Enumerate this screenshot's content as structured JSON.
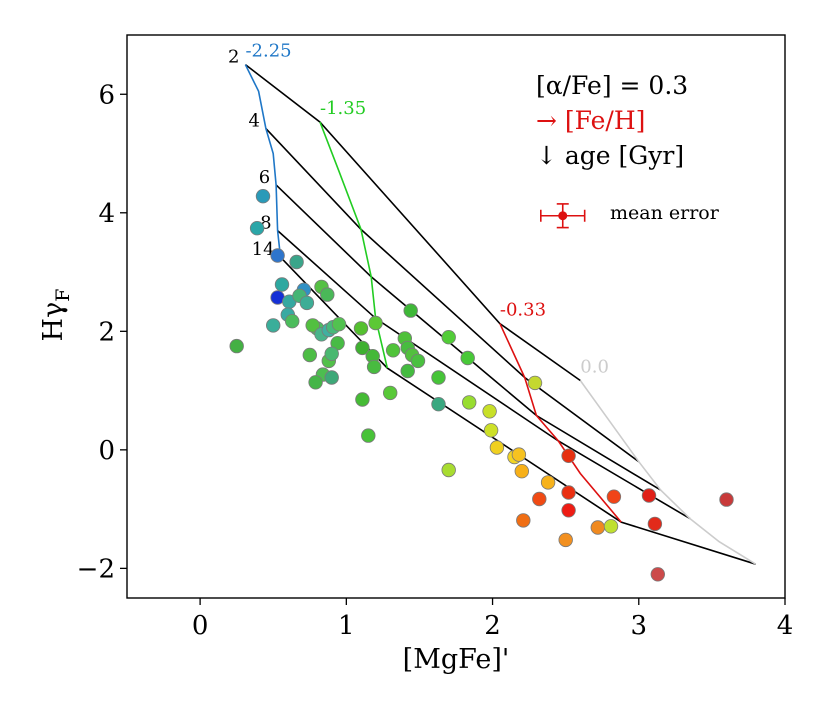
{
  "chart_data": {
    "type": "scatter",
    "xlabel": "[MgFe]'",
    "ylabel_main": "Hγ",
    "ylabel_sub": "F",
    "xlim": [
      -0.5,
      4.0
    ],
    "ylim": [
      -2.5,
      7.0
    ],
    "xticks": [
      0,
      1,
      2,
      3,
      4
    ],
    "yticks": [
      -2,
      0,
      2,
      4,
      6
    ],
    "xtick_labels": [
      "0",
      "1",
      "2",
      "3",
      "4"
    ],
    "ytick_labels": [
      "−2",
      "0",
      "2",
      "4",
      "6"
    ],
    "grid": false,
    "legend": {
      "placement": "top-right",
      "line1": "[α/Fe] = 0.3",
      "line2": "→ [Fe/H]",
      "line3": "↓ age [Gyr]",
      "errorbar_label": "mean error",
      "errorbar_color": "#dd1111",
      "line2_color": "#dd1111",
      "errorbar_center": [
        2.48,
        3.95
      ],
      "errorbar_dx": 0.15,
      "errorbar_dy": 0.2
    },
    "age_lines": [
      {
        "label": "2",
        "points": [
          [
            0.31,
            6.5
          ],
          [
            0.82,
            5.53
          ],
          [
            2.05,
            2.13
          ],
          [
            2.6,
            1.17
          ]
        ]
      },
      {
        "label": "4",
        "points": [
          [
            0.45,
            5.42
          ],
          [
            1.1,
            3.72
          ],
          [
            2.22,
            1.22
          ],
          [
            3.0,
            -0.2
          ]
        ]
      },
      {
        "label": "6",
        "points": [
          [
            0.52,
            4.47
          ],
          [
            1.17,
            2.92
          ],
          [
            2.3,
            0.58
          ],
          [
            3.15,
            -0.68
          ]
        ]
      },
      {
        "label": "8",
        "points": [
          [
            0.53,
            3.7
          ],
          [
            1.2,
            2.22
          ],
          [
            2.45,
            0.15
          ],
          [
            3.35,
            -1.16
          ]
        ]
      },
      {
        "label": "14",
        "points": [
          [
            0.55,
            3.25
          ],
          [
            1.28,
            1.38
          ],
          [
            2.88,
            -1.22
          ],
          [
            3.8,
            -1.93
          ]
        ]
      }
    ],
    "metallicity_lines": [
      {
        "label": "-2.25",
        "color": "#1f77c7",
        "points": [
          [
            0.31,
            6.5
          ],
          [
            0.4,
            6.05
          ],
          [
            0.45,
            5.42
          ],
          [
            0.5,
            5.0
          ],
          [
            0.52,
            4.47
          ],
          [
            0.53,
            3.7
          ],
          [
            0.55,
            3.25
          ]
        ]
      },
      {
        "label": "-1.35",
        "color": "#22cc22",
        "points": [
          [
            0.82,
            5.53
          ],
          [
            0.95,
            4.7
          ],
          [
            1.1,
            3.72
          ],
          [
            1.17,
            2.92
          ],
          [
            1.2,
            2.22
          ],
          [
            1.28,
            1.38
          ]
        ]
      },
      {
        "label": "-0.33",
        "color": "#dd1111",
        "points": [
          [
            2.05,
            2.13
          ],
          [
            2.22,
            1.22
          ],
          [
            2.3,
            0.58
          ],
          [
            2.45,
            0.15
          ],
          [
            2.6,
            -0.4
          ],
          [
            2.88,
            -1.22
          ]
        ]
      },
      {
        "label": "0.0",
        "color": "#cccccc",
        "points": [
          [
            2.6,
            1.17
          ],
          [
            3.0,
            -0.2
          ],
          [
            3.15,
            -0.68
          ],
          [
            3.35,
            -1.16
          ],
          [
            3.55,
            -1.55
          ],
          [
            3.8,
            -1.93
          ]
        ]
      }
    ],
    "points": [
      {
        "x": 0.43,
        "y": 4.28,
        "color": "#2a9ab8"
      },
      {
        "x": 0.39,
        "y": 3.74,
        "color": "#2ba6a8"
      },
      {
        "x": 0.53,
        "y": 3.28,
        "color": "#2e75cc"
      },
      {
        "x": 0.66,
        "y": 3.17,
        "color": "#3aa58a"
      },
      {
        "x": 0.56,
        "y": 2.79,
        "color": "#2da8a0"
      },
      {
        "x": 0.71,
        "y": 2.7,
        "color": "#3090c4"
      },
      {
        "x": 0.53,
        "y": 2.57,
        "color": "#1530d6"
      },
      {
        "x": 0.61,
        "y": 2.5,
        "color": "#35a8a0"
      },
      {
        "x": 0.68,
        "y": 2.6,
        "color": "#45b575"
      },
      {
        "x": 0.73,
        "y": 2.48,
        "color": "#3dad96"
      },
      {
        "x": 0.6,
        "y": 2.28,
        "color": "#38aaa2"
      },
      {
        "x": 0.5,
        "y": 2.1,
        "color": "#3aae9a"
      },
      {
        "x": 0.63,
        "y": 2.17,
        "color": "#4cbc5c"
      },
      {
        "x": 0.25,
        "y": 1.75,
        "color": "#44b044"
      },
      {
        "x": 0.83,
        "y": 2.75,
        "color": "#55c044"
      },
      {
        "x": 0.87,
        "y": 2.62,
        "color": "#4ab858"
      },
      {
        "x": 0.8,
        "y": 2.05,
        "color": "#4bbd60"
      },
      {
        "x": 0.77,
        "y": 2.1,
        "color": "#52c040"
      },
      {
        "x": 0.83,
        "y": 1.95,
        "color": "#48b48a"
      },
      {
        "x": 0.88,
        "y": 2.02,
        "color": "#40b0a0"
      },
      {
        "x": 0.91,
        "y": 2.07,
        "color": "#48b97a"
      },
      {
        "x": 0.95,
        "y": 2.12,
        "color": "#52c250"
      },
      {
        "x": 0.94,
        "y": 1.8,
        "color": "#48bb45"
      },
      {
        "x": 0.75,
        "y": 1.6,
        "color": "#4dbd45"
      },
      {
        "x": 0.88,
        "y": 1.5,
        "color": "#52c04a"
      },
      {
        "x": 0.9,
        "y": 1.62,
        "color": "#4ab870"
      },
      {
        "x": 0.84,
        "y": 1.27,
        "color": "#4dbd50"
      },
      {
        "x": 0.79,
        "y": 1.14,
        "color": "#45b548"
      },
      {
        "x": 0.9,
        "y": 1.22,
        "color": "#3ea878"
      },
      {
        "x": 1.1,
        "y": 2.05,
        "color": "#55c030"
      },
      {
        "x": 1.2,
        "y": 2.14,
        "color": "#5cc835"
      },
      {
        "x": 1.11,
        "y": 1.72,
        "color": "#3fb030"
      },
      {
        "x": 1.18,
        "y": 1.58,
        "color": "#45b838"
      },
      {
        "x": 1.19,
        "y": 1.4,
        "color": "#48bb40"
      },
      {
        "x": 1.11,
        "y": 0.85,
        "color": "#45bb35"
      },
      {
        "x": 1.3,
        "y": 0.96,
        "color": "#58c838"
      },
      {
        "x": 1.15,
        "y": 0.24,
        "color": "#48c238"
      },
      {
        "x": 1.32,
        "y": 1.68,
        "color": "#50c33a"
      },
      {
        "x": 1.4,
        "y": 1.88,
        "color": "#4ec03a"
      },
      {
        "x": 1.42,
        "y": 1.72,
        "color": "#48bc40"
      },
      {
        "x": 1.45,
        "y": 1.6,
        "color": "#52c03e"
      },
      {
        "x": 1.44,
        "y": 2.35,
        "color": "#3fb838"
      },
      {
        "x": 1.49,
        "y": 1.5,
        "color": "#4ac040"
      },
      {
        "x": 1.42,
        "y": 1.33,
        "color": "#44bb40"
      },
      {
        "x": 1.7,
        "y": 1.9,
        "color": "#52cc38"
      },
      {
        "x": 1.83,
        "y": 1.55,
        "color": "#48c838"
      },
      {
        "x": 1.63,
        "y": 1.22,
        "color": "#46c438"
      },
      {
        "x": 1.63,
        "y": 0.77,
        "color": "#3aa880"
      },
      {
        "x": 1.84,
        "y": 0.8,
        "color": "#98dd30"
      },
      {
        "x": 1.7,
        "y": -0.34,
        "color": "#a8dc30"
      },
      {
        "x": 1.98,
        "y": 0.65,
        "color": "#c8e028"
      },
      {
        "x": 1.99,
        "y": 0.33,
        "color": "#cde028"
      },
      {
        "x": 2.03,
        "y": 0.04,
        "color": "#f0d020"
      },
      {
        "x": 2.15,
        "y": -0.12,
        "color": "#f2d424"
      },
      {
        "x": 2.18,
        "y": -0.08,
        "color": "#f6c220"
      },
      {
        "x": 2.2,
        "y": -0.36,
        "color": "#f7b018"
      },
      {
        "x": 2.29,
        "y": 1.13,
        "color": "#c4d830"
      },
      {
        "x": 2.38,
        "y": -0.55,
        "color": "#f6b21c"
      },
      {
        "x": 2.32,
        "y": -0.83,
        "color": "#f04a14"
      },
      {
        "x": 2.21,
        "y": -1.19,
        "color": "#f06e14"
      },
      {
        "x": 2.52,
        "y": -0.1,
        "color": "#e63010"
      },
      {
        "x": 2.52,
        "y": -0.72,
        "color": "#ea3012"
      },
      {
        "x": 2.52,
        "y": -1.02,
        "color": "#ee1c14"
      },
      {
        "x": 2.5,
        "y": -1.52,
        "color": "#f29020"
      },
      {
        "x": 2.72,
        "y": -1.31,
        "color": "#f08a20"
      },
      {
        "x": 2.81,
        "y": -1.29,
        "color": "#c0e030"
      },
      {
        "x": 2.83,
        "y": -0.79,
        "color": "#f04418"
      },
      {
        "x": 3.07,
        "y": -0.77,
        "color": "#e02018"
      },
      {
        "x": 3.11,
        "y": -1.25,
        "color": "#e22a1a"
      },
      {
        "x": 3.13,
        "y": -2.1,
        "color": "#cc4a4a"
      },
      {
        "x": 3.6,
        "y": -0.84,
        "color": "#c83a3a"
      }
    ]
  }
}
